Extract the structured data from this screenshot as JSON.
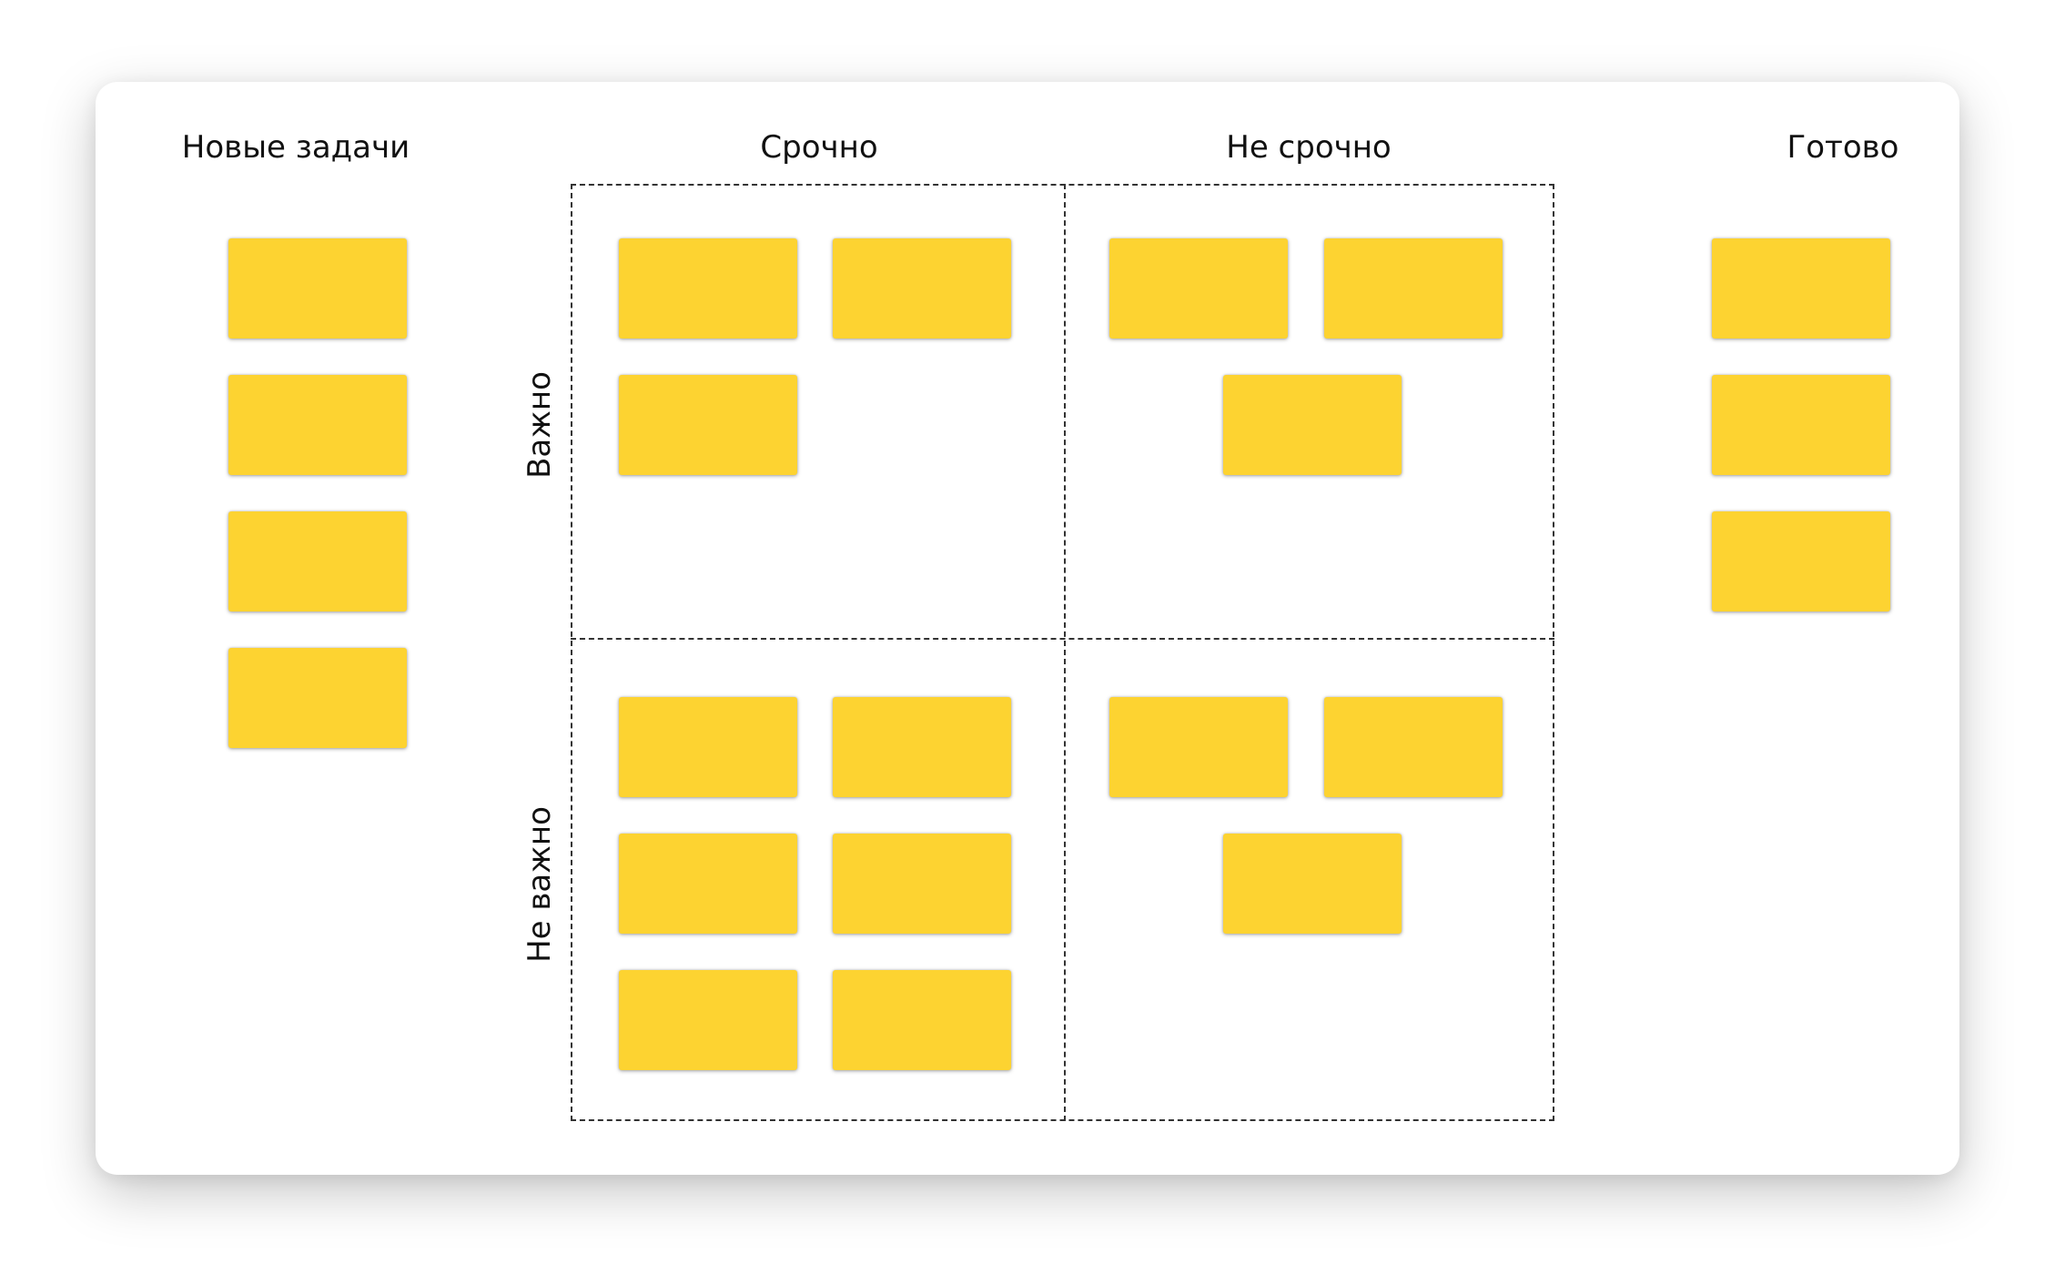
{
  "columns": {
    "new": "Новые задачи",
    "urgent": "Срочно",
    "not_urgent": "Не срочно",
    "done": "Готово"
  },
  "rows": {
    "important": "Важно",
    "not_important": "Не важно"
  },
  "colors": {
    "card": "#FDD331",
    "grid_line": "#333333",
    "text": "#111111"
  },
  "card_counts": {
    "new": 4,
    "important_urgent": 3,
    "important_not_urgent": 3,
    "not_important_urgent": 6,
    "not_important_not_urgent": 3,
    "done": 3
  }
}
